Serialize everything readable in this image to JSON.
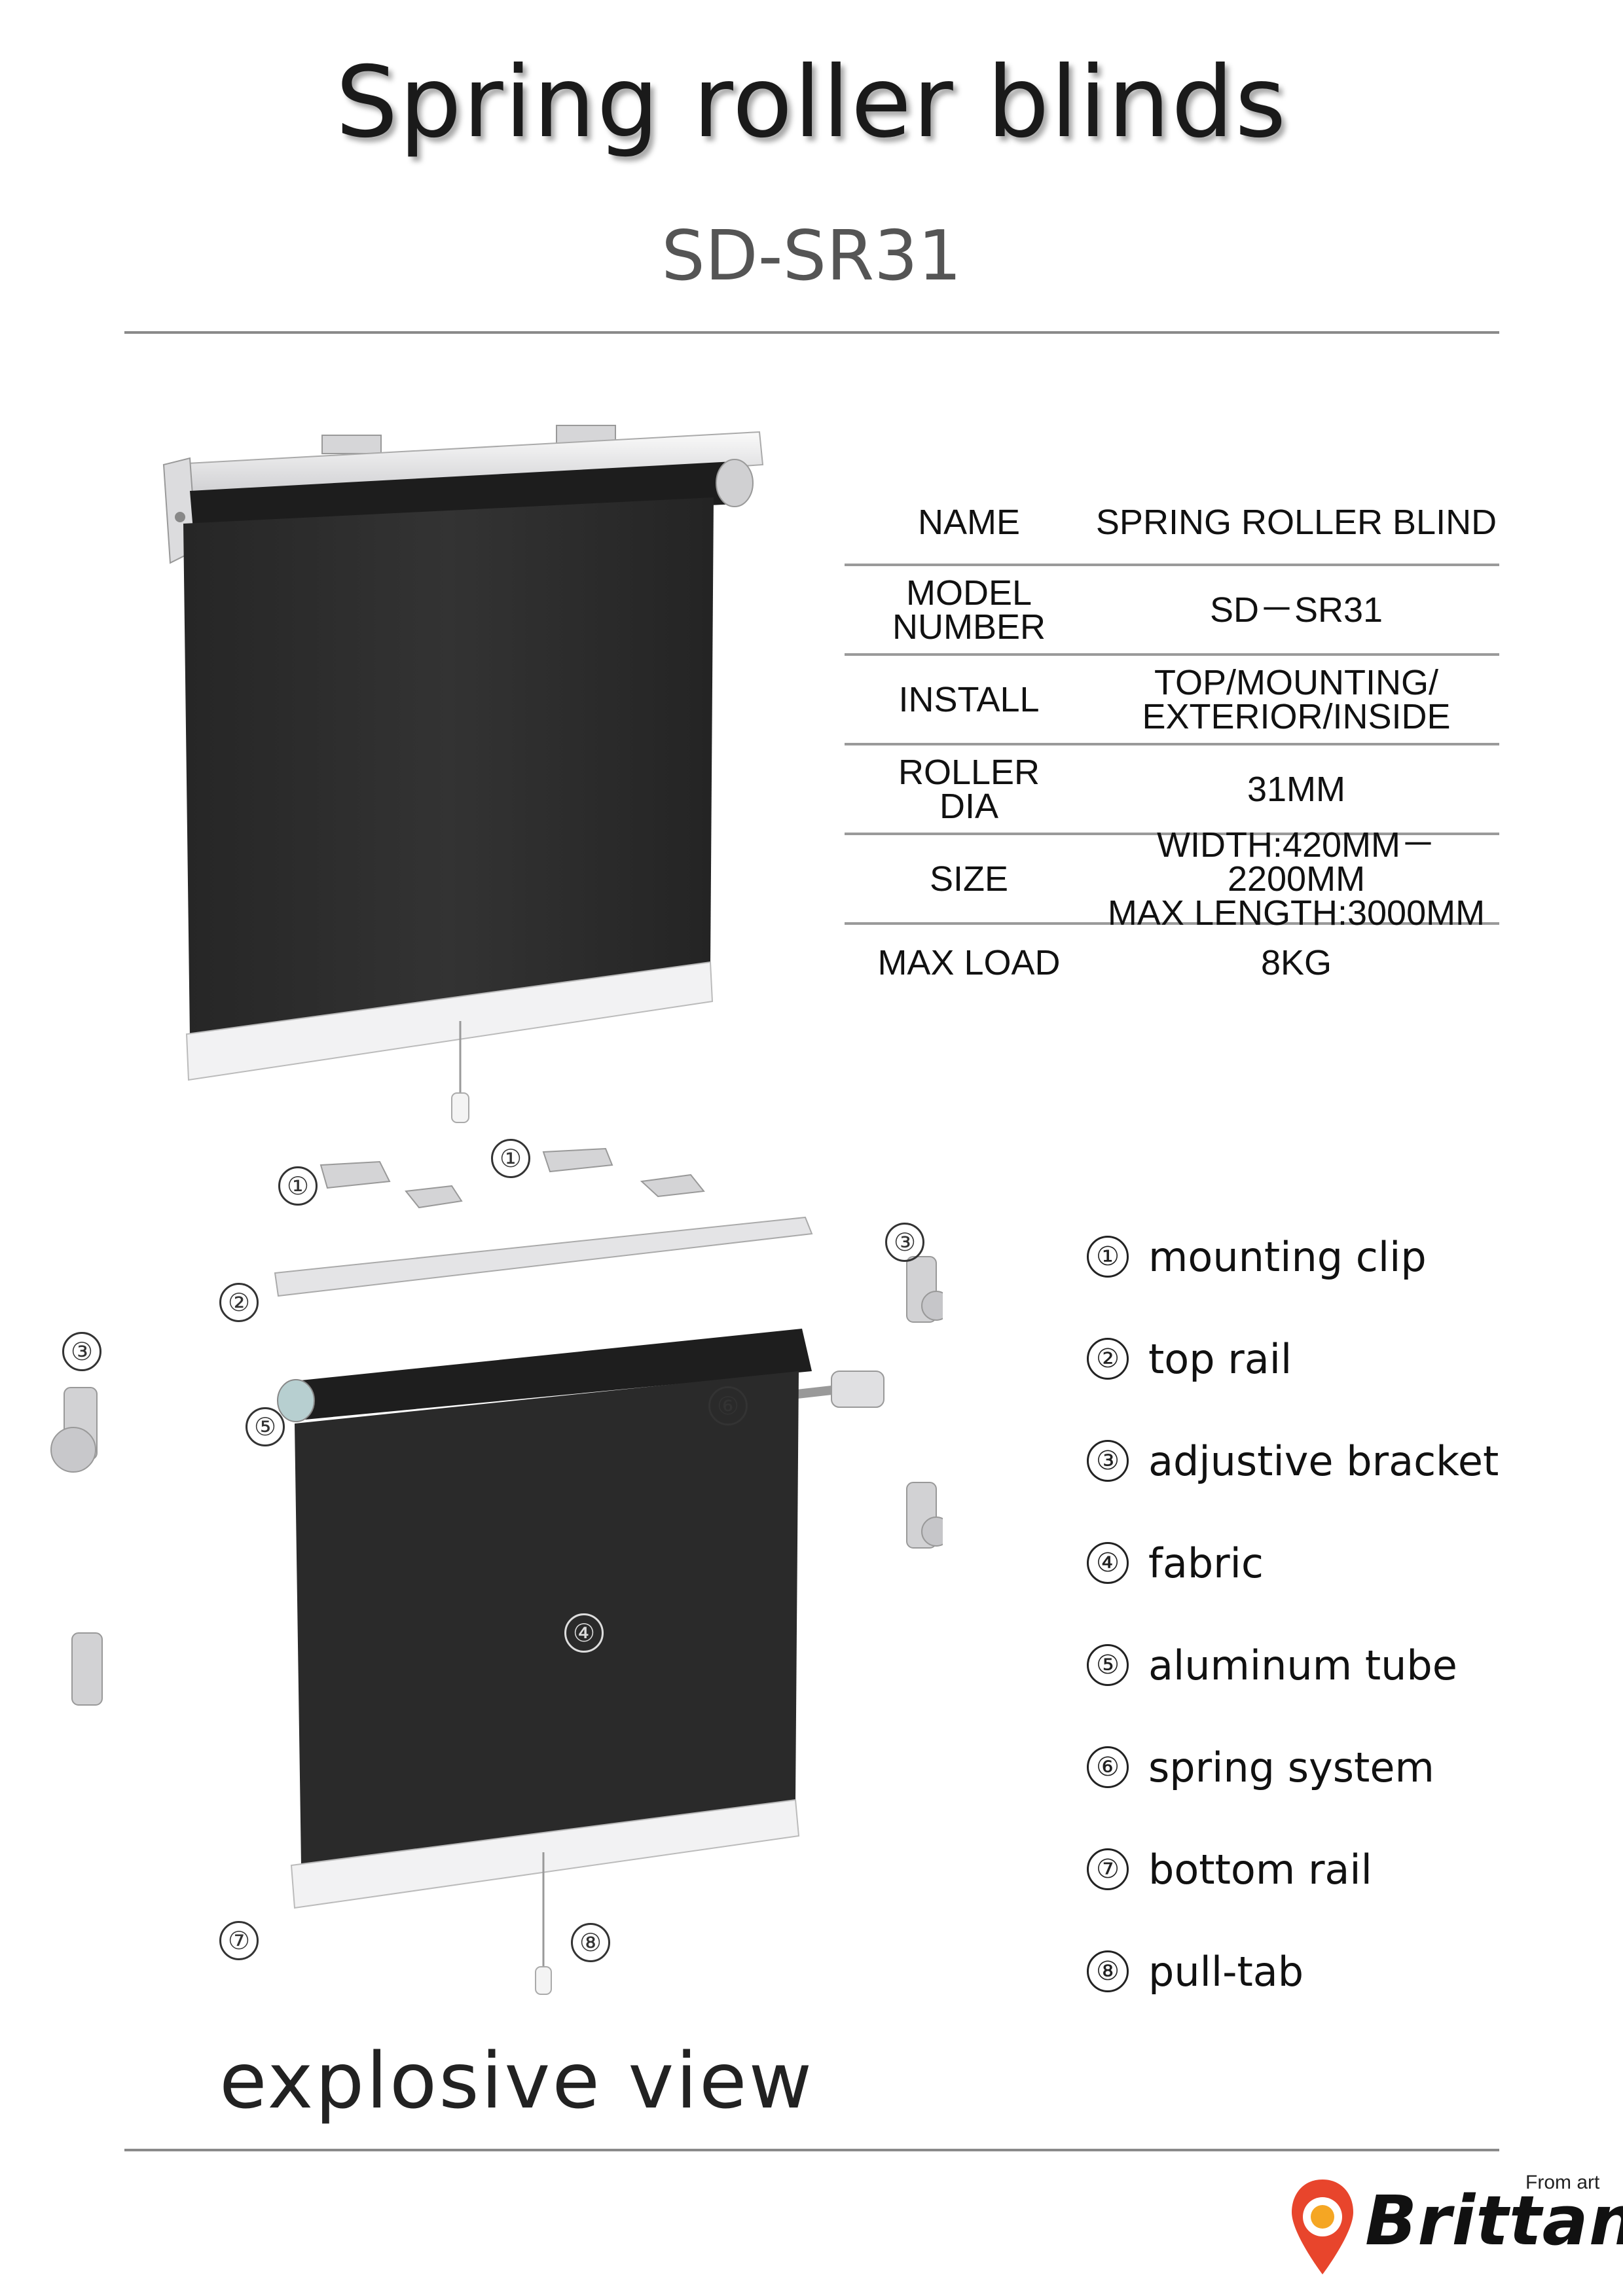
{
  "header": {
    "title": "Spring roller blinds",
    "model": "SD-SR31"
  },
  "spec_table": [
    {
      "name": "NAME",
      "value": "SPRING ROLLER BLIND"
    },
    {
      "name": "MODEL\nNUMBER",
      "value": "SD－SR31"
    },
    {
      "name": "INSTALL",
      "value": "TOP/MOUNTING/\nEXTERIOR/INSIDE"
    },
    {
      "name": "ROLLER\nDIA",
      "value": "31MM"
    },
    {
      "name": "SIZE",
      "value": "WIDTH:420MM－2200MM\nMAX LENGTH:3000MM"
    },
    {
      "name": "MAX LOAD",
      "value": "8KG"
    }
  ],
  "legend": [
    {
      "num": "①",
      "label": "mounting clip"
    },
    {
      "num": "②",
      "label": "top rail"
    },
    {
      "num": "③",
      "label": "adjustive bracket"
    },
    {
      "num": "④",
      "label": "fabric"
    },
    {
      "num": "⑤",
      "label": "aluminum tube"
    },
    {
      "num": "⑥",
      "label": "spring system"
    },
    {
      "num": "⑦",
      "label": "bottom rail"
    },
    {
      "num": "⑧",
      "label": "pull-tab"
    }
  ],
  "callouts": {
    "c1a": "①",
    "c1b": "①",
    "c2": "②",
    "c3a": "③",
    "c3b": "③",
    "c4": "④",
    "c5": "⑤",
    "c6": "⑥",
    "c7": "⑦",
    "c8": "⑧"
  },
  "footer": {
    "caption": "explosive view",
    "brand_from": "From art",
    "brand_name": "Brittany"
  },
  "colors": {
    "fabric": "#2b2b2b",
    "rail": "#e8e8ea",
    "brand_accent": "#e8452c",
    "brand_accent2": "#f5a623"
  }
}
